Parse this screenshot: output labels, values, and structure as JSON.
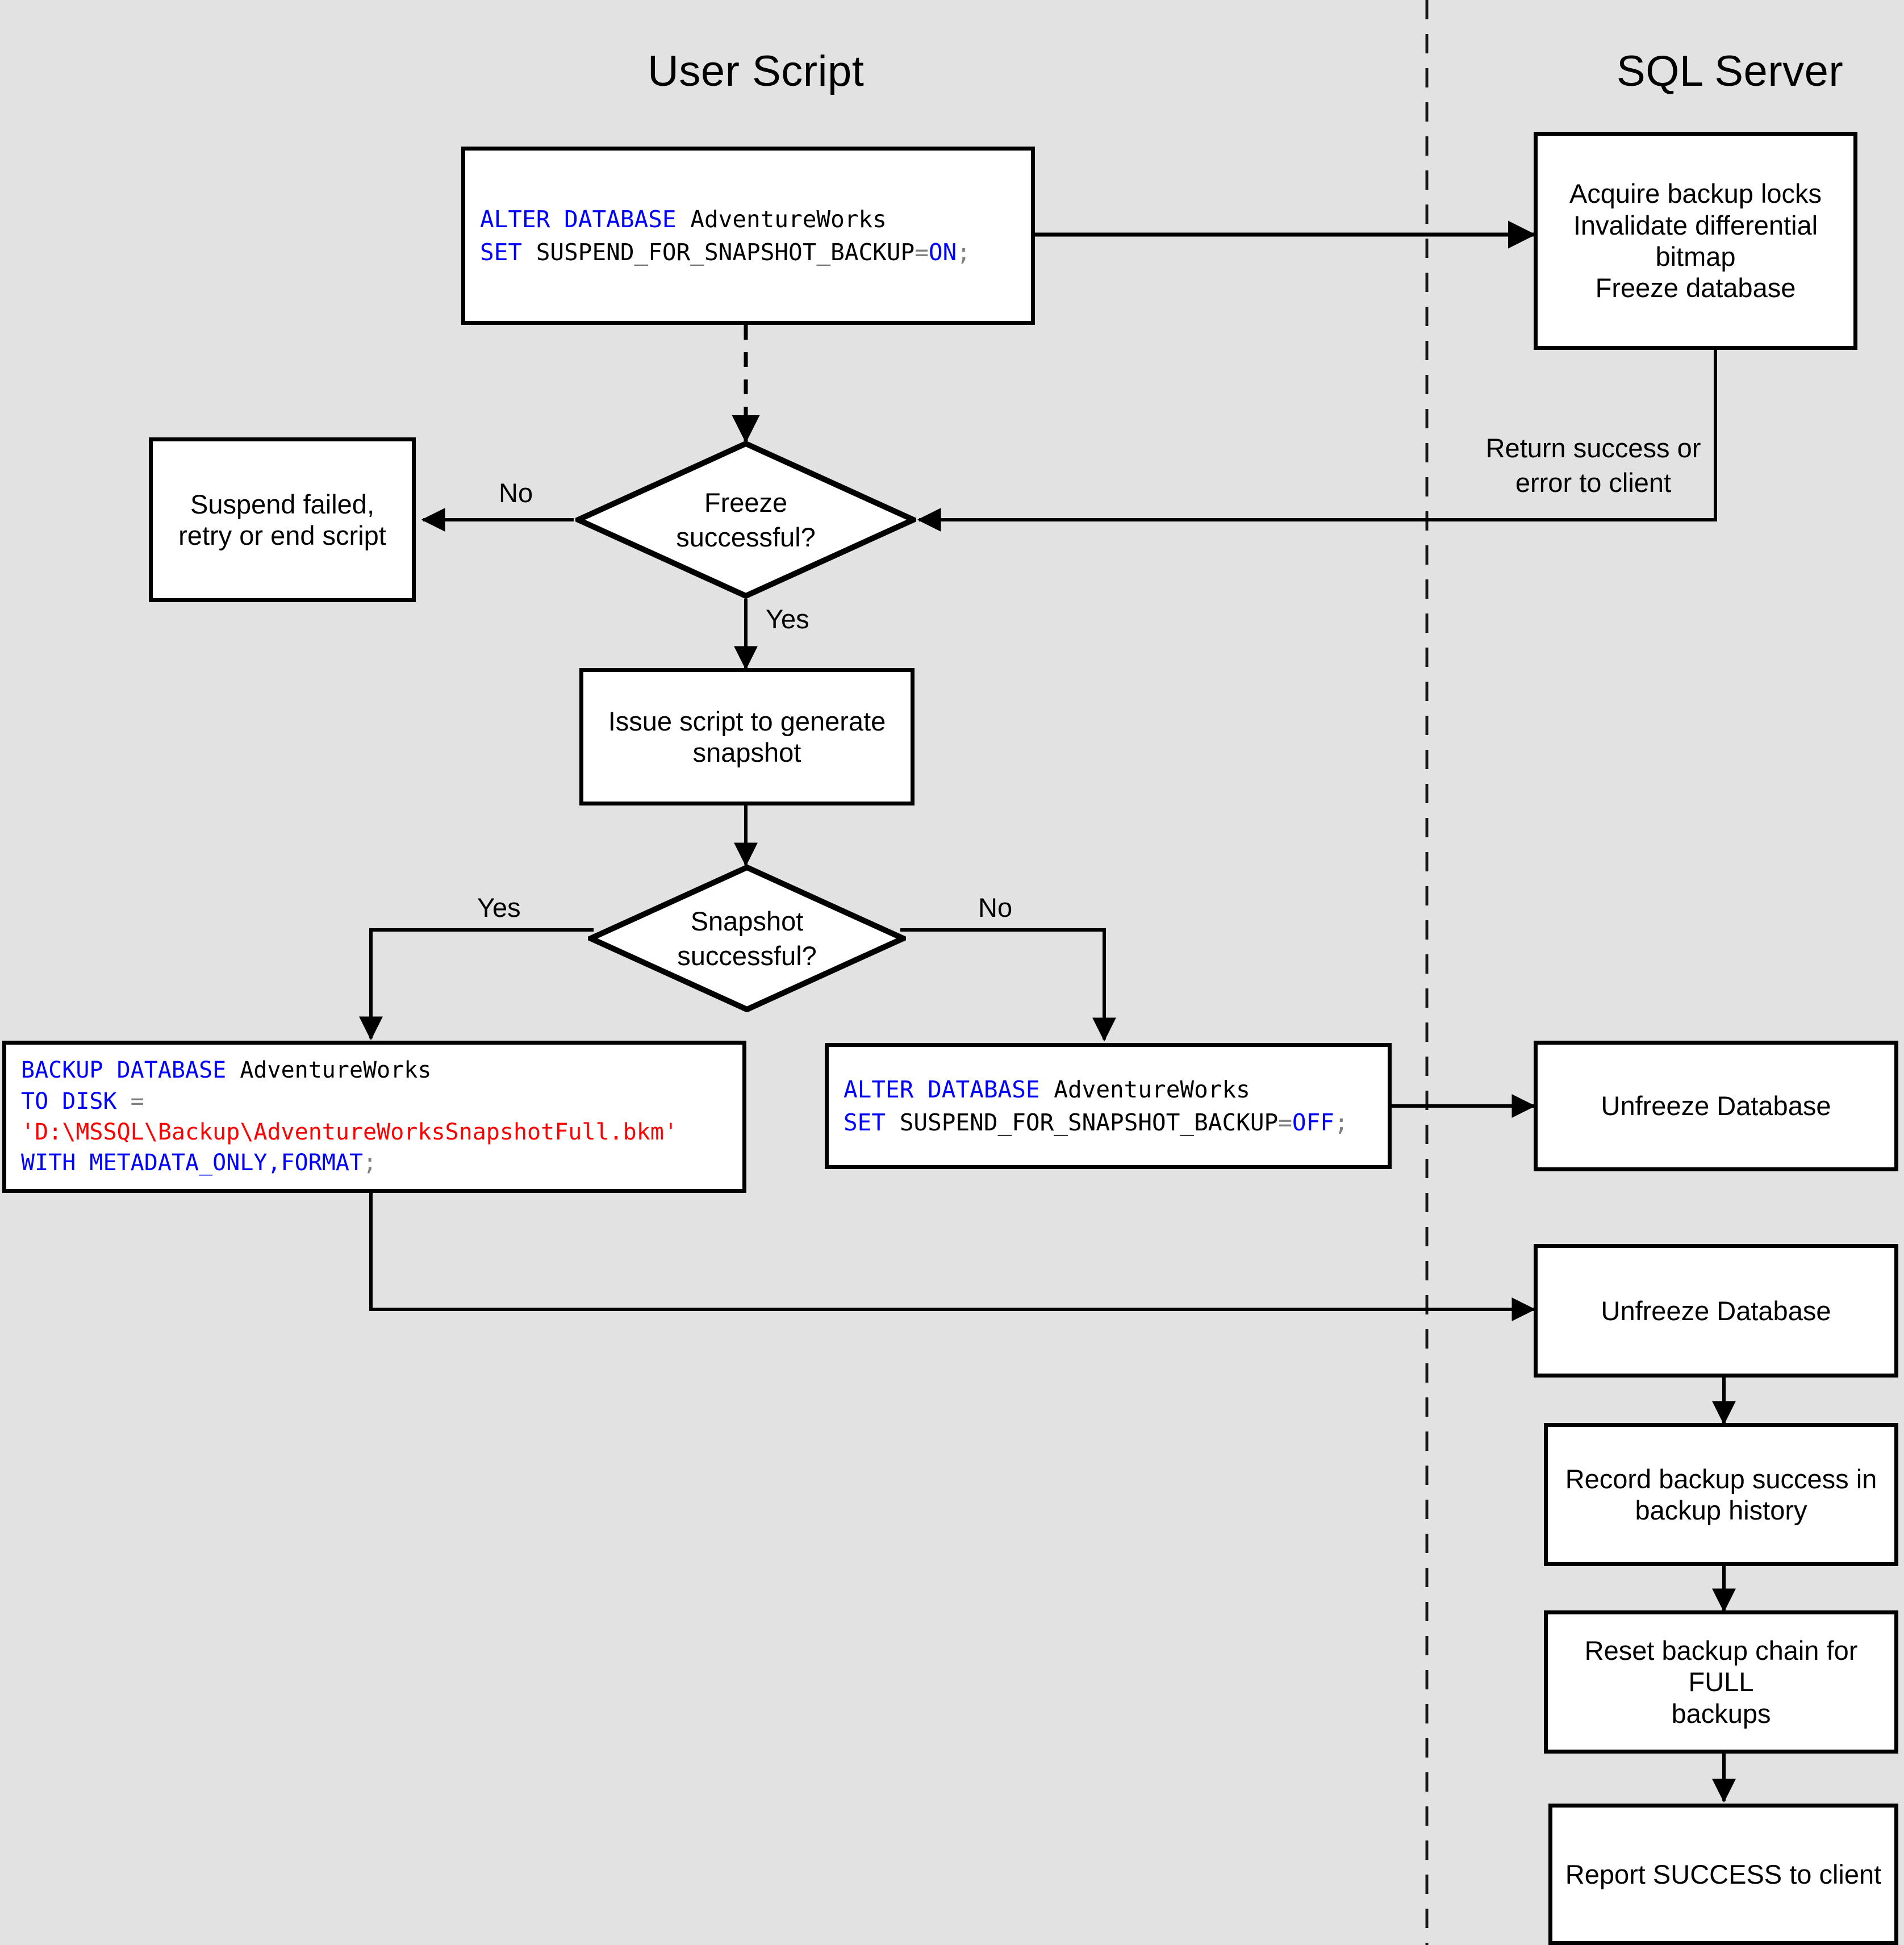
{
  "lanes": {
    "left_title": "User Script",
    "right_title": "SQL Server"
  },
  "nodes": {
    "alter_on": {
      "name": "alter-database-suspend-on",
      "line1_kw": "ALTER DATABASE",
      "line1_obj": " AdventureWorks",
      "line2_kw": "SET",
      "line2_opt": " SUSPEND_FOR_SNAPSHOT_BACKUP",
      "line2_eq": "=",
      "line2_val": "ON",
      "line2_end": ";"
    },
    "acquire_locks": {
      "name": "acquire-backup-locks",
      "text": "Acquire backup locks\nInvalidate differential bitmap\nFreeze database"
    },
    "suspend_failed": {
      "name": "suspend-failed",
      "text": "Suspend failed,\nretry or end script"
    },
    "freeze_decision": {
      "name": "freeze-successful-decision",
      "text": "Freeze\nsuccessful?"
    },
    "issue_script": {
      "name": "issue-script-generate-snapshot",
      "text": "Issue script to generate\nsnapshot"
    },
    "snapshot_decision": {
      "name": "snapshot-successful-decision",
      "text": "Snapshot\nsuccessful?"
    },
    "backup_db": {
      "name": "backup-database-metadata-only",
      "line1_kw": "BACKUP DATABASE",
      "line1_obj": " AdventureWorks",
      "line2_kw": "TO DISK ",
      "line2_eq": "=",
      "line3_str": "'D:\\MSSQL\\Backup\\AdventureWorksSnapshotFull.bkm'",
      "line4_kw": "WITH METADATA_ONLY,FORMAT",
      "line4_end": ";"
    },
    "alter_off": {
      "name": "alter-database-suspend-off",
      "line1_kw": "ALTER DATABASE",
      "line1_obj": " AdventureWorks",
      "line2_kw": "SET",
      "line2_opt": " SUSPEND_FOR_SNAPSHOT_BACKUP",
      "line2_eq": "=",
      "line2_val": "OFF",
      "line2_end": ";"
    },
    "unfreeze_1": {
      "name": "unfreeze-database-failure-path",
      "text": "Unfreeze Database"
    },
    "unfreeze_2": {
      "name": "unfreeze-database-success-path",
      "text": "Unfreeze Database"
    },
    "record_backup": {
      "name": "record-backup-success",
      "text": "Record backup success in\nbackup history"
    },
    "reset_chain": {
      "name": "reset-backup-chain",
      "text": "Reset backup chain for FULL\nbackups"
    },
    "report_success": {
      "name": "report-success-to-client",
      "text": "Report SUCCESS to client"
    }
  },
  "edge_labels": {
    "freeze_no": "No",
    "freeze_yes": "Yes",
    "snapshot_yes": "Yes",
    "snapshot_no": "No",
    "return_status": "Return success or\nerror to client"
  },
  "colors": {
    "background": "#e2e2e2",
    "node_fill": "#ffffff",
    "stroke": "#000000",
    "sql_keyword": "#0000ff",
    "sql_string": "#ff0000",
    "sql_operator": "#808080"
  }
}
